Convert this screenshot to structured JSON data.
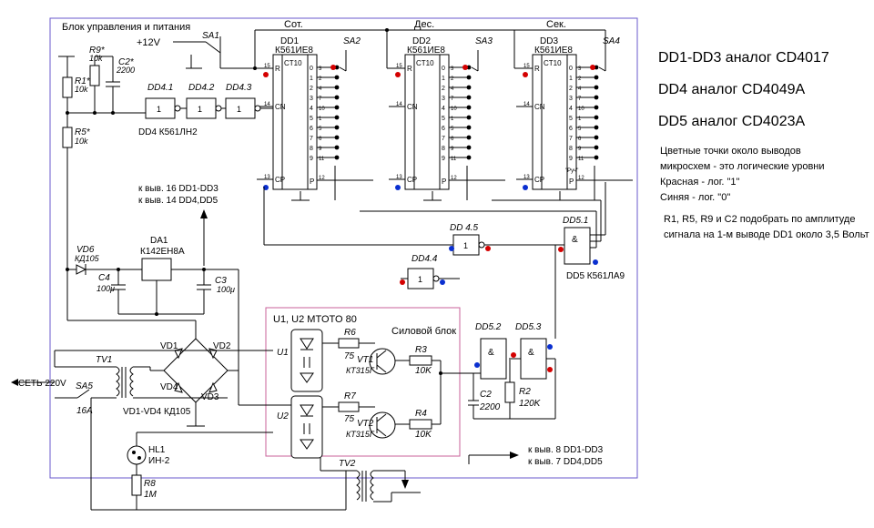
{
  "titles": {
    "control_block": "Блок управления и питания",
    "power_block": "Силовой блок",
    "sot": "Сот.",
    "des": "Дес.",
    "sek": "Сек."
  },
  "notes": {
    "analog1": "DD1-DD3 аналог CD4017",
    "analog2": "DD4 аналог CD4049A",
    "analog3": "DD5 аналог CD4023A",
    "levels_title": "Цветные точки около выводов",
    "levels_line2": "микросхем - это логические уровни",
    "levels_red": "Красная - лог. \"1\"",
    "levels_blue": "Синяя - лог. \"0\"",
    "adjust1": "R1, R5, R9 и C2 подобрать по амплитуде",
    "adjust2": "сигнала на 1-м выводе DD1 около 3,5 Вольт"
  },
  "counters": [
    {
      "name": "DD1",
      "type": "К561ИЕ8",
      "switch": "SA2"
    },
    {
      "name": "DD2",
      "type": "К561ИЕ8",
      "switch": "SA3"
    },
    {
      "name": "DD3",
      "type": "К561ИЕ8",
      "switch": "SA4"
    }
  ],
  "counter_labels": {
    "ct": "CT10",
    "r": "R",
    "cn": "CN",
    "cp": "CP",
    "p": "P",
    "pin_r": "15",
    "pin_cn": "14",
    "pin_cp": "13",
    "pin_p": "12",
    "pin_numbers": [
      "3",
      "2",
      "4",
      "7",
      "10",
      "1",
      "5",
      "6",
      "9",
      "11"
    ],
    "out_numbers": [
      "0",
      "1",
      "2",
      "3",
      "4",
      "5",
      "6",
      "7",
      "8",
      "9"
    ],
    "ruch": "\"Руч\""
  },
  "power": {
    "plus12": "+12V",
    "sa1": "SA1",
    "to_pin16": "к выв. 16 DD1-DD3",
    "to_pin14": "к выв. 14 DD4,DD5",
    "to_pin8": "к выв. 8 DD1-DD3",
    "to_pin7": "к выв. 7 DD4,DD5",
    "mains": "СЕТЬ 220V",
    "sa5": "SA5",
    "fuse": "16А",
    "bridge": "VD1-VD4 КД105"
  },
  "components": {
    "r9": "R9*",
    "r9v": "10k",
    "c2a": "C2*",
    "c2av": "2200",
    "r1": "R1*",
    "r1v": "10k",
    "r5": "R5*",
    "r5v": "10k",
    "dd41": "DD4.1",
    "dd42": "DD4.2",
    "dd43": "DD4.3",
    "dd4name": "DD4 К561ЛН2",
    "dd44": "DD4.4",
    "dd45": "DD 4.5",
    "dd51": "DD5.1",
    "dd52": "DD5.2",
    "dd53": "DD5.3",
    "dd5name": "DD5 К561ЛА9",
    "da1": "DA1",
    "da1type": "К142ЕН8А",
    "vd6": "VD6",
    "vd6type": "КД105",
    "c4": "C4",
    "c4v": "100μ",
    "c3": "C3",
    "c3v": "100μ",
    "vd1": "VD1",
    "vd2": "VD2",
    "vd3": "VD3",
    "vd4": "VD4",
    "tv1": "TV1",
    "tv2": "TV2",
    "hl1": "HL1",
    "hl1type": "ИН-2",
    "r8": "R8",
    "r8v": "1M",
    "u12": "U1, U2 MTOTO 80",
    "u1": "U1",
    "u2": "U2",
    "r6": "R6",
    "r6v": "75",
    "r7": "R7",
    "r7v": "75",
    "vt1": "VT1",
    "vt1type": "КТ315Г",
    "vt2": "VT2",
    "vt2type": "КТ315Г",
    "r3": "R3",
    "r3v": "10K",
    "r4": "R4",
    "r4v": "10K",
    "c2": "C2",
    "c2v": "2200",
    "r2": "R2",
    "r2v": "120K",
    "gate1": "1",
    "gate_and": "&"
  }
}
